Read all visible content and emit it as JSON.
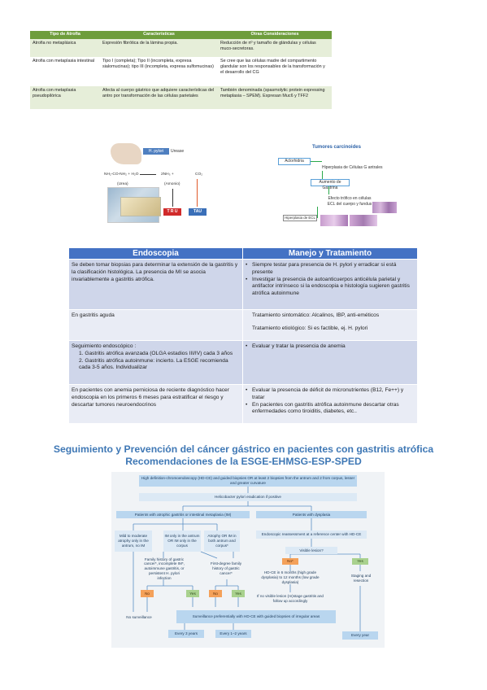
{
  "table1": {
    "headers": [
      "Tipo de Atrofia",
      "Características",
      "Otras Consideraciones"
    ],
    "rows": [
      [
        "Atrofia no metaplásica",
        "Expresión fibrótica de la lámina propia.",
        "Reducción de nº y tamaño de glándulas y células muco-secretoras."
      ],
      [
        "Atrofia con metaplasia intestinal",
        "Tipo I (completa); Tipo II (incompleta, expresa sialomucinas); tipo III (incompleta, expresa sulfomucinas)",
        "Se cree que las células madre del compartimento glandular son los responsables de la transformación y el desarrollo del CG"
      ],
      [
        "Atrofia con metaplasia pseudopilórica",
        "Afecta al cuerpo gástrico que adquiere características del antro por transformación de las células parietales",
        "También denominada (spasmolytic protein expressing metaplasia – SPEM). Expresan Muc6 y TFF2"
      ]
    ]
  },
  "figure_left": {
    "label_hpylori": "H. pylori",
    "label_urease": "Urease",
    "equation": "NH₂-CO-NH₂ + H₂O",
    "arrow_to": "2NH₃ +",
    "co2": "CO₂",
    "urea": "(Urea)",
    "amonio": "(Amonio)",
    "btn_tru": "T R U",
    "btn_tau": "TAU",
    "colors": {
      "hp": "#4f7fc0",
      "tru": "#d02a2a",
      "tau": "#3a6fb8",
      "arrow_red": "#e05a2a"
    }
  },
  "figure_right": {
    "title": "Tumores carcinoides",
    "box1": "Aclorhidria",
    "box2": "Hiperplasia de Células G antrales",
    "box3": "Aumento de Gastrina",
    "box4": "Efecto trófico en células ECL del cuerpo y fundus",
    "box5": "Hiperplasia de ECL"
  },
  "table2": {
    "headers": [
      "Endoscopia",
      "Manejo y Tratamiento"
    ],
    "rows": [
      {
        "left": "Se deben tomar biopsias para determinar la extensión de la gastritis y la clasificación histológica. La presencia de MI se asocia invariablemente a gastritis atrófica.",
        "right": [
          "Siempre testar para presencia de H. pylori y erradicar si está presente",
          "Investigar la presencia de autoanticuerpos anticélula parietal y antifactor intrínseco si la endoscopia e histología sugieren gastritis atrófica autoinmune"
        ]
      },
      {
        "left": "En gastritis aguda",
        "right_plain": "Tratamiento sintomático: Alcalinos, IBP, anti-eméticos",
        "right_plain2": "Tratamiento etiológico: Si es factible, ej. H. pylori"
      },
      {
        "left_title": "Seguimiento endoscópico :",
        "left_items": [
          "1.  Gastritis atrófica avanzada (OLGA estadios III/IV) cada 3 años",
          "2.  Gastritis atrófica autoinmune: incierto. La ESGE recomienda cada 3-5 años. Individualizar"
        ],
        "right": [
          "Evaluar y tratar la presencia de anemia"
        ]
      },
      {
        "left": "En pacientes con anemia perniciosa de reciente diagnóstico hacer endoscopia en los primeros 6 meses para estratificar el riesgo y descartar tumores neuroendocrinos",
        "right": [
          "Evaluar la presencia de déficit de micronutrientes (B12, Fe++) y tratar",
          "En pacientes con gastritis atrófica autoinmune descartar otras enfermedades como tiroiditis, diabetes, etc.."
        ]
      }
    ]
  },
  "section_title": {
    "line1": "Seguimiento y Prevención del cáncer gástrico en pacientes con gastritis atrófica",
    "line2": "Recomendaciones de la ESGE-EHMSG-ESP-SPED"
  },
  "flowchart": {
    "top": "High definition-chromoendoscopy (HD-CE) and guided biopsies OR at least 2 biopsies from the antrum and 2 from corpus, lesser and greater curvature",
    "erad": "Helicobacter pylori eradication if positive",
    "atrophic": "Patients with atrophic gastritis or intestinal metaplasia (IM)",
    "dysplasia": "Patients with dysplasia",
    "mild": "Mild to moderate atrophy only in the antrum, no IM",
    "imonly": "IM only in the antrum OR IM only in the corpus",
    "both": "Atrophy OR IM in both antrum and corpus*",
    "endo_ref": "Endoscopic reassessment at a reference center with HD-CE",
    "visible": "Visible lesion?",
    "family": "Family history of gastric cancer*, incomplete IM*, autoimmune gastritis, or persistent H. pylori infection",
    "firstdeg": "First-degree family history of gastric cancer*",
    "no1": "No",
    "yes1": "Yes",
    "no2": "No",
    "yes2": "Yes",
    "no3": "No*",
    "yes3": "Yes",
    "hdce": "HD-CE in 6 months (high grade dysplasia) to 12 months (low grade dysplasia)",
    "staging": "Staging and resection",
    "novisible": "If no visible lesion (re)stage gastritis and follow up accordingly",
    "nosurv": "No surveillance",
    "surv": "Surveillance preferentially with HD-CE with guided biopsies of irregular areas",
    "every3": "Every 3 years",
    "every12": "Every 1–2 years",
    "everyyear": "Every year"
  }
}
